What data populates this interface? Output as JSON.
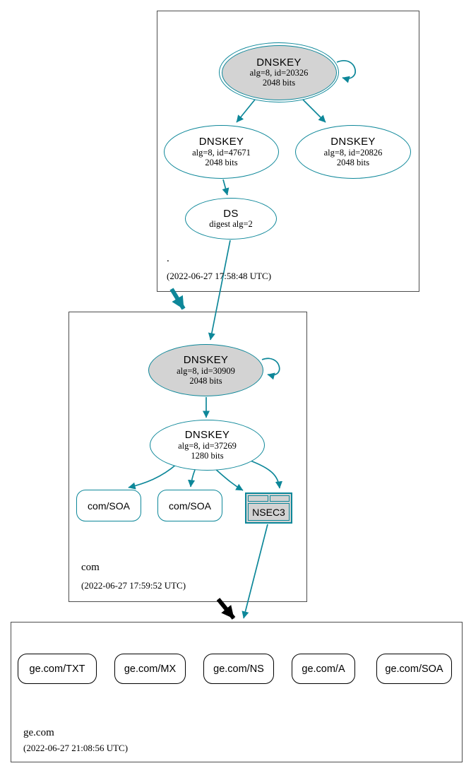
{
  "colors": {
    "teal": "#0d8799",
    "node_gray": "#d3d3d3",
    "box_border": "#4d4d4d",
    "ink": "#000000"
  },
  "zones": [
    {
      "name": ".",
      "timestamp": "(2022-06-27 17:58:48 UTC)",
      "nodes": {
        "ksk": {
          "title": "DNSKEY",
          "detail1": "alg=8, id=20326",
          "detail2": "2048 bits"
        },
        "zsk1": {
          "title": "DNSKEY",
          "detail1": "alg=8, id=47671",
          "detail2": "2048 bits"
        },
        "zsk2": {
          "title": "DNSKEY",
          "detail1": "alg=8, id=20826",
          "detail2": "2048 bits"
        },
        "ds": {
          "title": "DS",
          "detail1": "digest alg=2"
        }
      }
    },
    {
      "name": "com",
      "timestamp": "(2022-06-27 17:59:52 UTC)",
      "nodes": {
        "ksk": {
          "title": "DNSKEY",
          "detail1": "alg=8, id=30909",
          "detail2": "2048 bits"
        },
        "zsk": {
          "title": "DNSKEY",
          "detail1": "alg=8, id=37269",
          "detail2": "1280 bits"
        },
        "soa1": {
          "label": "com/SOA"
        },
        "soa2": {
          "label": "com/SOA"
        },
        "nsec3": {
          "label": "NSEC3"
        }
      }
    },
    {
      "name": "ge.com",
      "timestamp": "(2022-06-27 21:08:56 UTC)",
      "nodes": {
        "txt": {
          "label": "ge.com/TXT"
        },
        "mx": {
          "label": "ge.com/MX"
        },
        "ns": {
          "label": "ge.com/NS"
        },
        "a": {
          "label": "ge.com/A"
        },
        "soa": {
          "label": "ge.com/SOA"
        }
      }
    }
  ]
}
